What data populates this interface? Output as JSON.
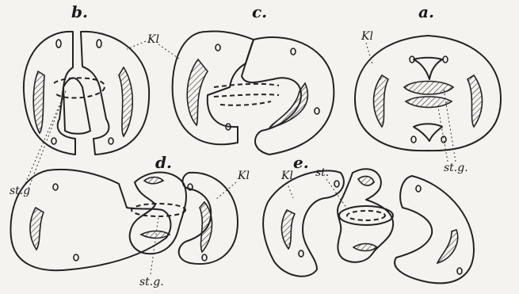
{
  "figure": {
    "panels": {
      "b": {
        "label": "b."
      },
      "c": {
        "label": "c."
      },
      "a": {
        "label": "a."
      },
      "d": {
        "label": "d."
      },
      "e": {
        "label": "e."
      }
    },
    "annotations": {
      "kl": "Kl",
      "stg": "st.g.",
      "stg_b": "st.g",
      "st": "st."
    }
  }
}
